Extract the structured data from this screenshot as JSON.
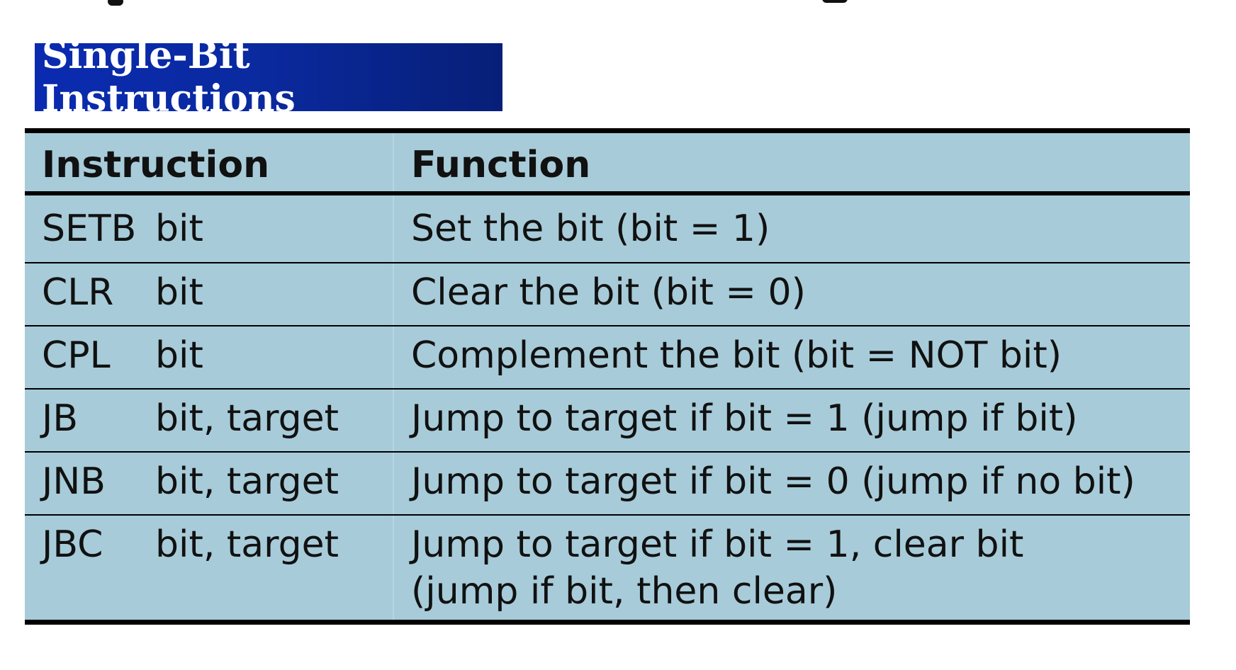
{
  "section_title": "Single-Bit Instructions",
  "table": {
    "headers": [
      "Instruction",
      "Function"
    ],
    "rows": [
      {
        "mnemonic": "SETB",
        "operand": "bit",
        "function": "Set the bit (bit = 1)"
      },
      {
        "mnemonic": "CLR",
        "operand": "bit",
        "function": "Clear the bit (bit = 0)"
      },
      {
        "mnemonic": "CPL",
        "operand": "bit",
        "function": "Complement the bit (bit = NOT bit)"
      },
      {
        "mnemonic": "JB",
        "operand": "bit, target",
        "function": "Jump to target if bit = 1 (jump if bit)"
      },
      {
        "mnemonic": "JNB",
        "operand": "bit, target",
        "function": "Jump to target if bit = 0 (jump if no bit)"
      },
      {
        "mnemonic": "JBC",
        "operand": "bit, target",
        "function": "Jump to target if bit = 1, clear bit\n(jump if bit, then clear)"
      }
    ]
  },
  "colors": {
    "title_badge_bg": "#0a2aa0",
    "title_text": "#ffffff",
    "table_bg": "#a7cbd9",
    "rule": "#000000"
  }
}
